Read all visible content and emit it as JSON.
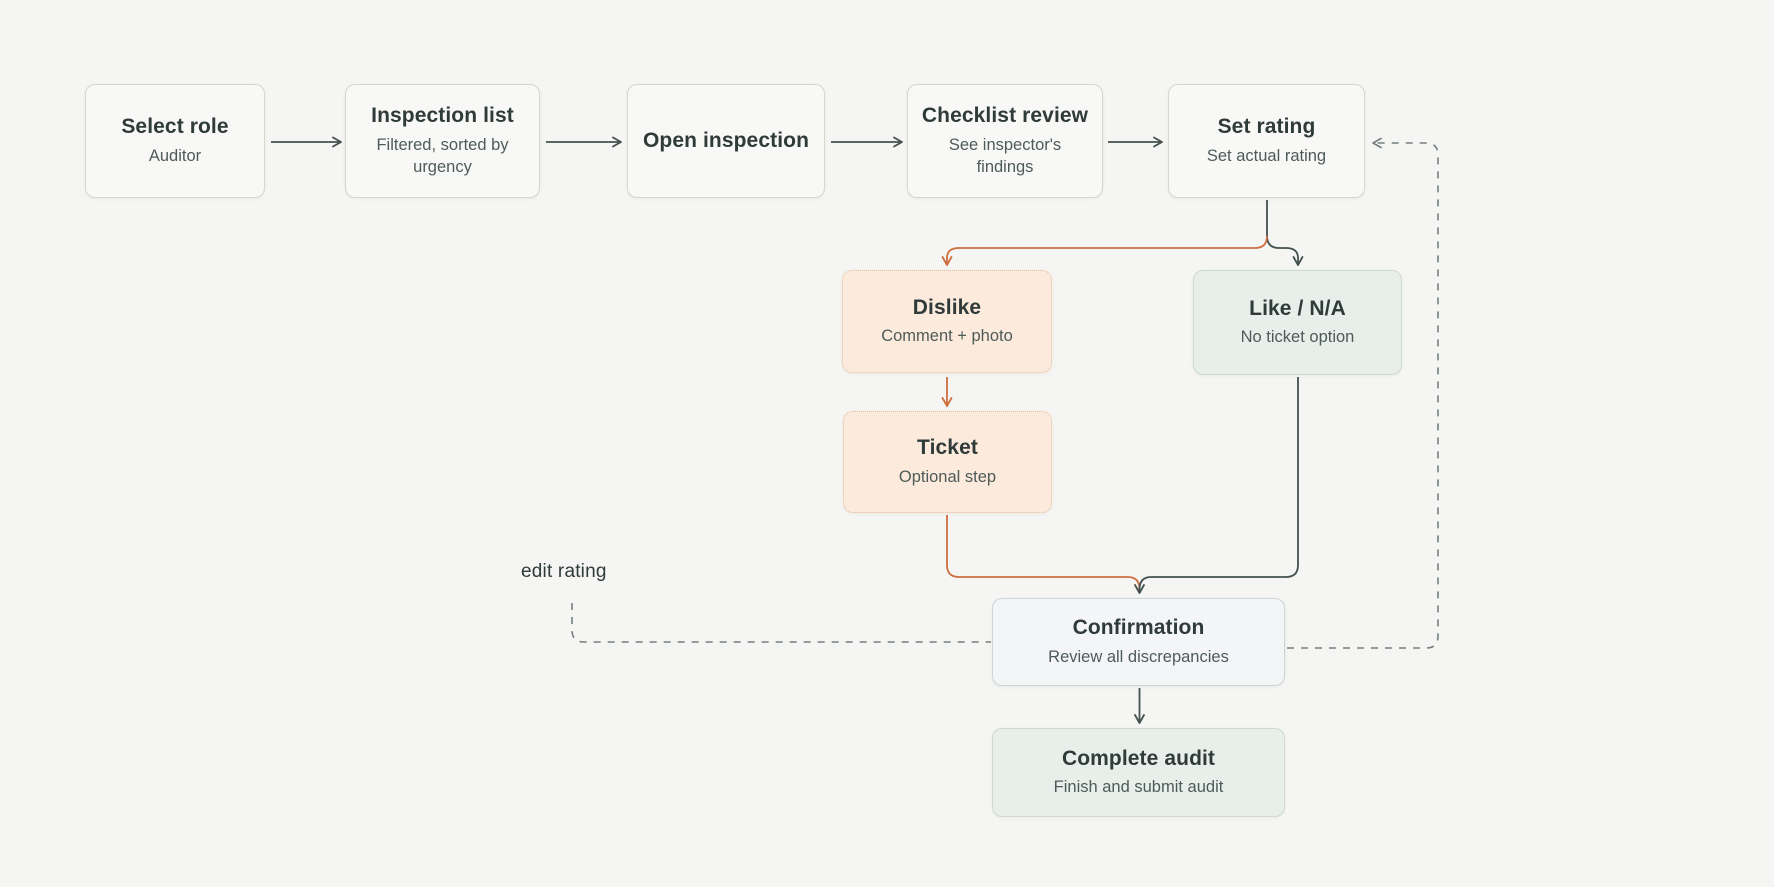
{
  "colors": {
    "canvas-bg": "#f5f5f3",
    "node-fill": "#f8f8f6",
    "node-border": "#d8d5cc",
    "peach-fill": "#fceadd",
    "peach-border": "#e2bd99",
    "sage-fill": "#e8eee9",
    "sage-border": "#cfd9d1",
    "blue-fill": "#f3f5f7",
    "blue-border": "#ccd5d7",
    "accent-orange": "#cd6f3e",
    "stroke-dark": "#44514e",
    "stroke-gray": "#75807e",
    "title-text": "#2f3b39",
    "subtitle-text": "#4e5b58"
  },
  "nodes": {
    "select_role": {
      "title": "Select role",
      "subtitle": "Auditor"
    },
    "inspection_list": {
      "title": "Inspection list",
      "subtitle": "Filtered, sorted by urgency"
    },
    "open_inspection": {
      "title": "Open inspection"
    },
    "checklist_review": {
      "title": "Checklist review",
      "subtitle": "See inspector's findings"
    },
    "set_rating": {
      "title": "Set rating",
      "subtitle": "Set actual rating"
    },
    "dislike": {
      "title": "Dislike",
      "subtitle": "Comment + photo"
    },
    "like_na": {
      "title": "Like / N/A",
      "subtitle": "No ticket option"
    },
    "ticket": {
      "title": "Ticket",
      "subtitle": "Optional step"
    },
    "confirmation": {
      "title": "Confirmation",
      "subtitle": "Review all discrepancies"
    },
    "complete_audit": {
      "title": "Complete audit",
      "subtitle": "Finish and submit audit"
    }
  },
  "labels": {
    "edit_rating": "edit rating"
  }
}
